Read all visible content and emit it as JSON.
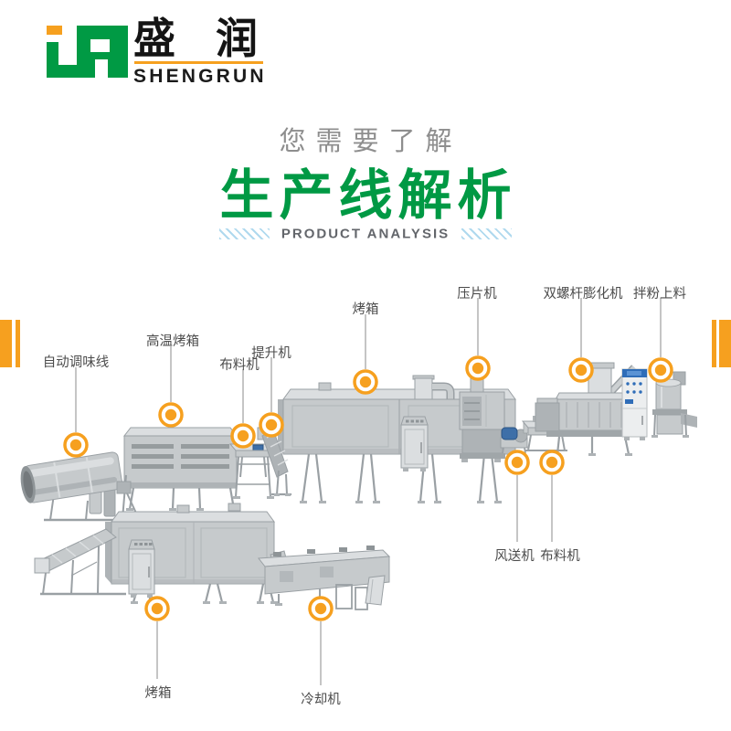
{
  "colors": {
    "accent_orange": "#F6A01F",
    "brand_green": "#009944",
    "title_gray": "#8E8E8E",
    "label_gray": "#4C4C4C",
    "banner_text": "#63666B",
    "banner_stripe": "#AFD9EE",
    "machine_gray": "#C6CACC",
    "motor_blue": "#3E6FA8",
    "cabinet_blue": "#2F6DB8"
  },
  "header": {
    "logo_cn": "盛润",
    "logo_en": "SHENGRUN"
  },
  "title_block": {
    "subtitle": "您需要了解",
    "title": "生产线解析",
    "banner": "PRODUCT ANALYSIS"
  },
  "diagram": {
    "labels": [
      {
        "name": "seasoning-line",
        "text": "自动调味线"
      },
      {
        "name": "high-temp-oven",
        "text": "高温烤箱"
      },
      {
        "name": "distributor-top",
        "text": "布料机"
      },
      {
        "name": "elevator",
        "text": "提升机"
      },
      {
        "name": "oven-top",
        "text": "烤箱"
      },
      {
        "name": "press",
        "text": "压片机"
      },
      {
        "name": "twin-screw-extruder",
        "text": "双螺杆膨化机"
      },
      {
        "name": "powder-mixer-feeder",
        "text": "拌粉上料"
      },
      {
        "name": "air-conveyor",
        "text": "风送机"
      },
      {
        "name": "distributor-right",
        "text": "布料机"
      },
      {
        "name": "oven-bottom",
        "text": "烤箱"
      },
      {
        "name": "cooling-machine",
        "text": "冷却机"
      }
    ]
  }
}
